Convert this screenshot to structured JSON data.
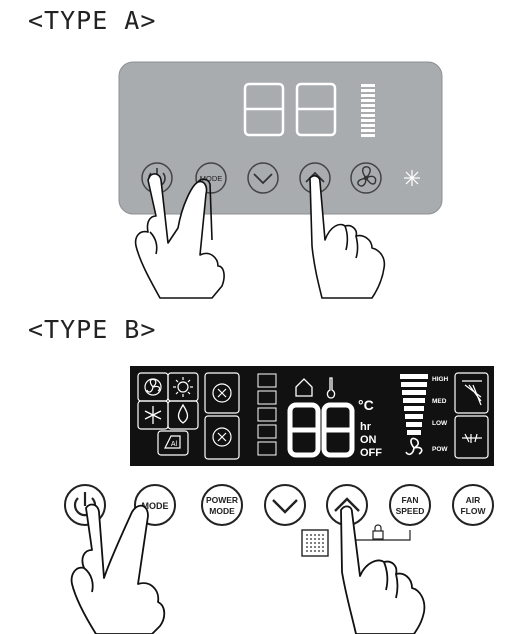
{
  "type_a": {
    "heading": "<TYPE A>",
    "display_digits": "88",
    "buttons": {
      "mode_label": "MODE"
    }
  },
  "type_b": {
    "heading": "<TYPE B>",
    "display": {
      "digits": "88",
      "unit": "°C",
      "hr": "hr",
      "on": "ON",
      "off": "OFF",
      "fan_levels": [
        "HIGH",
        "MED",
        "LOW",
        "POW"
      ]
    },
    "buttons": {
      "mode": "MODE",
      "power_mode_line1": "POWER",
      "power_mode_line2": "MODE",
      "fan_speed_line1": "FAN",
      "fan_speed_line2": "SPEED",
      "air_flow_line1": "AIR",
      "air_flow_line2": "FLOW"
    },
    "lock_icon_label": "🔒"
  }
}
